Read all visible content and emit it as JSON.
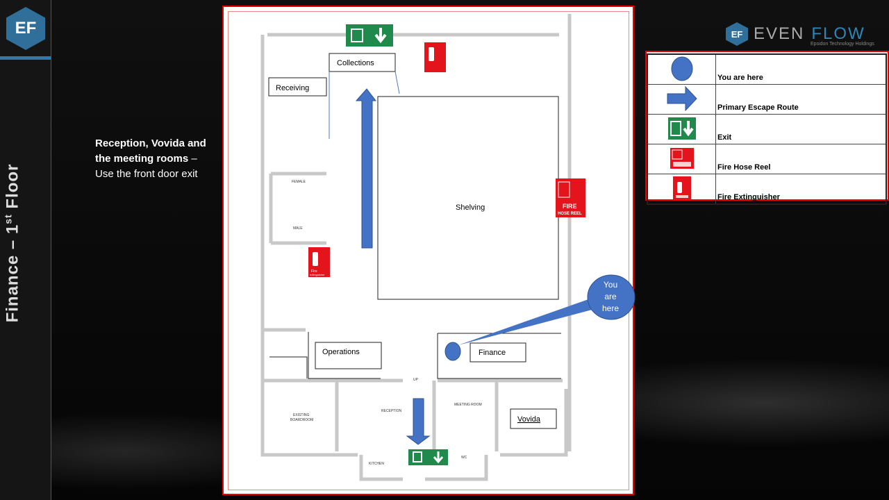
{
  "sidebar": {
    "logo": "EF",
    "title_main": "Finance – 1",
    "title_sup": "st",
    "title_end": " Floor"
  },
  "note": {
    "bold": "Reception, Vovida and the meeting rooms",
    "rest": " – Use the front door exit"
  },
  "brand": {
    "logo": "EF",
    "word1": "EVEN",
    "word2": "FLOW",
    "tagline": "Epsidon Technology Holdings"
  },
  "legend": {
    "items": [
      {
        "icon": "blue-circle-icon",
        "label": "You are here"
      },
      {
        "icon": "blue-arrow-right-icon",
        "label": "Primary Escape Route"
      },
      {
        "icon": "exit-sign-icon",
        "label": "Exit"
      },
      {
        "icon": "fire-hose-reel-icon",
        "label": "Fire Hose Reel"
      },
      {
        "icon": "fire-extinguisher-icon",
        "label": "Fire Extinguisher"
      }
    ]
  },
  "map": {
    "rooms": {
      "collections": "Collections",
      "receiving": "Receiving",
      "shelving": "Shelving",
      "operations": "Operations",
      "finance": "Finance",
      "vovida": "Vovida",
      "female": "FEMALE",
      "male": "MALE",
      "boardroom1": "EXISTING",
      "boardroom2": "BOARDROOM",
      "reception": "RECEPTION",
      "meeting": "MEETING ROOM",
      "kitchen": "KITCHEN",
      "wc": "WC",
      "up": "UP"
    },
    "callout": {
      "line1": "You",
      "line2": "are",
      "line3": "here"
    },
    "signs": {
      "hose1": "FIRE",
      "hose2": "HOSE REEL",
      "ext1": "Fire",
      "ext2": "extinguisher"
    },
    "colors": {
      "route": "#4472c4",
      "exit": "#1f8a4c",
      "fire": "#e3141b"
    }
  }
}
